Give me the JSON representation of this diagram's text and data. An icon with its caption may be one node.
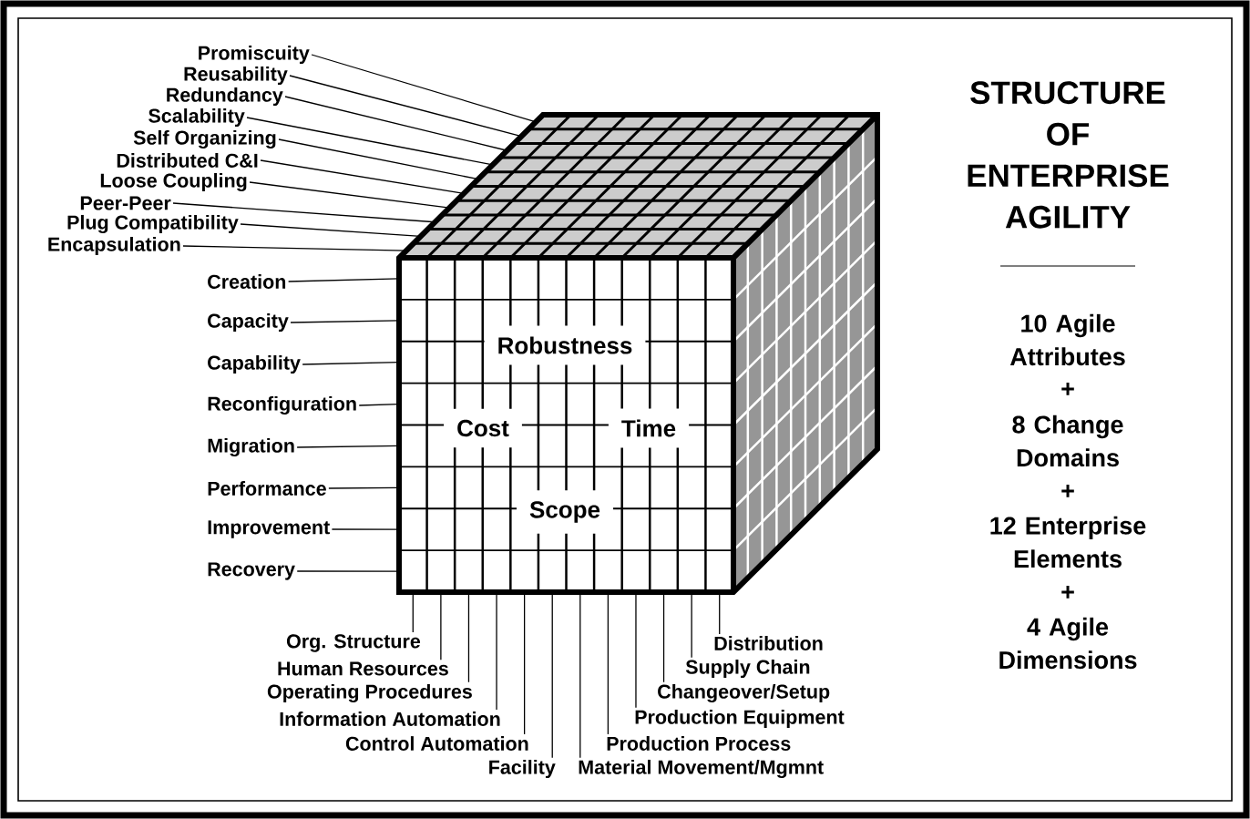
{
  "diagram": {
    "title": "STRUCTURE OF ENTERPRISE AGILITY",
    "nodes": [
      {
        "text": [
          "Promiscuity"
        ]
      },
      {
        "text": [
          "Reusability"
        ]
      },
      {
        "text": [
          "Redundancy"
        ]
      },
      {
        "text": [
          "Scalability"
        ]
      },
      {
        "text": [
          "Self Organizing"
        ]
      },
      {
        "text": [
          "Distributed C&I"
        ]
      },
      {
        "text": [
          "Loose Coupling"
        ]
      },
      {
        "text": [
          "Peer-Peer"
        ]
      },
      {
        "text": [
          "Plug Compatibility"
        ]
      },
      {
        "text": [
          "Encapsulation"
        ]
      },
      {
        "text": [
          "Creation"
        ]
      },
      {
        "text": [
          "Capacity"
        ]
      },
      {
        "text": [
          "Capability"
        ]
      },
      {
        "text": [
          "Reconfiguration"
        ]
      },
      {
        "text": [
          "Migration"
        ]
      },
      {
        "text": [
          "Performance"
        ]
      },
      {
        "text": [
          "Improvement"
        ]
      },
      {
        "text": [
          "Recovery"
        ]
      },
      {
        "text": [
          "Org. Structure"
        ]
      },
      {
        "text": [
          "Human Resources"
        ]
      },
      {
        "text": [
          "Operating Procedures"
        ]
      },
      {
        "text": [
          "Information Automation"
        ]
      },
      {
        "text": [
          "Control Automation"
        ]
      },
      {
        "text": [
          "Facility"
        ]
      },
      {
        "text": [
          "Material Movement/Mgmnt"
        ]
      },
      {
        "text": [
          "Production Process"
        ]
      },
      {
        "text": [
          "Production Equipment"
        ]
      },
      {
        "text": [
          "Changeover/Setup"
        ]
      },
      {
        "text": [
          "Supply Chain"
        ]
      },
      {
        "text": [
          "Distribution"
        ]
      }
    ],
    "edges": [
      {
        "from": 0,
        "to": null,
        "arrow": "none"
      },
      {
        "from": 1,
        "to": null,
        "arrow": "none"
      },
      {
        "from": 2,
        "to": null,
        "arrow": "none"
      },
      {
        "from": 3,
        "to": null,
        "arrow": "none"
      },
      {
        "from": 4,
        "to": null,
        "arrow": "none"
      },
      {
        "from": 5,
        "to": null,
        "arrow": "none"
      },
      {
        "from": 6,
        "to": null,
        "arrow": "none"
      },
      {
        "from": 7,
        "to": null,
        "arrow": "none"
      },
      {
        "from": 8,
        "to": null,
        "arrow": "none"
      },
      {
        "from": 9,
        "to": null,
        "arrow": "none"
      },
      {
        "from": 10,
        "to": null,
        "arrow": "none"
      },
      {
        "from": 11,
        "to": null,
        "arrow": "none"
      },
      {
        "from": 12,
        "to": null,
        "arrow": "none"
      },
      {
        "from": 13,
        "to": null,
        "arrow": "none"
      },
      {
        "from": 14,
        "to": null,
        "arrow": "none"
      },
      {
        "from": 15,
        "to": null,
        "arrow": "none"
      },
      {
        "from": 16,
        "to": null,
        "arrow": "none"
      },
      {
        "from": 17,
        "to": null,
        "arrow": "none"
      },
      {
        "from": 18,
        "to": null,
        "arrow": "none"
      },
      {
        "from": 19,
        "to": null,
        "arrow": "none"
      },
      {
        "from": 20,
        "to": null,
        "arrow": "none"
      },
      {
        "from": 21,
        "to": null,
        "arrow": "none"
      },
      {
        "from": 22,
        "to": null,
        "arrow": "none"
      },
      {
        "from": 23,
        "to": null,
        "arrow": "none"
      },
      {
        "from": 24,
        "to": null,
        "arrow": "none"
      },
      {
        "from": 25,
        "to": null,
        "arrow": "none"
      },
      {
        "from": 26,
        "to": null,
        "arrow": "none"
      },
      {
        "from": 27,
        "to": null,
        "arrow": "none"
      },
      {
        "from": 28,
        "to": null,
        "arrow": "none"
      },
      {
        "from": 29,
        "to": null,
        "arrow": "none"
      }
    ],
    "labels": [
      "Robustness",
      "Cost",
      "Time",
      "Scope",
      "10 Agile Attributes",
      "+",
      "8 Change Domains",
      "+",
      "12 Enterprise Elements",
      "+",
      "4 Agile Dimensions"
    ]
  }
}
